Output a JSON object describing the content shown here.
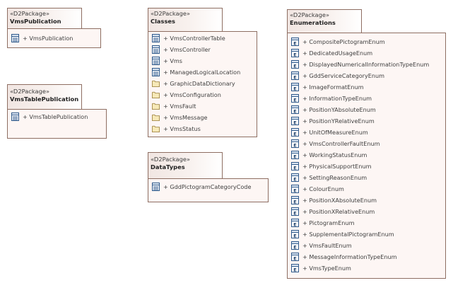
{
  "packages": {
    "vmsPublication": {
      "stereotype": "«D2Package»",
      "name": "VmsPublication",
      "items": [
        {
          "icon": "class-icon",
          "label": "+ VmsPublication"
        }
      ]
    },
    "vmsTablePublication": {
      "stereotype": "«D2Package»",
      "name": "VmsTablePublication",
      "items": [
        {
          "icon": "class-icon",
          "label": "+ VmsTablePublication"
        }
      ]
    },
    "classes": {
      "stereotype": "«D2Package»",
      "name": "Classes",
      "items": [
        {
          "icon": "class-icon",
          "label": "+ VmsControllerTable"
        },
        {
          "icon": "class-icon",
          "label": "+ VmsController"
        },
        {
          "icon": "class-icon",
          "label": "+ Vms"
        },
        {
          "icon": "class-icon",
          "label": "+ ManagedLogicalLocation"
        },
        {
          "icon": "folder-icon",
          "label": "+ GraphicDataDictionary"
        },
        {
          "icon": "folder-icon",
          "label": "+ VmsConfiguration"
        },
        {
          "icon": "folder-icon",
          "label": "+ VmsFault"
        },
        {
          "icon": "folder-icon",
          "label": "+ VmsMessage"
        },
        {
          "icon": "folder-icon",
          "label": "+ VmsStatus"
        }
      ]
    },
    "dataTypes": {
      "stereotype": "«D2Package»",
      "name": "DataTypes",
      "items": [
        {
          "icon": "class-icon",
          "label": "+ GddPictogramCategoryCode"
        }
      ]
    },
    "enumerations": {
      "stereotype": "«D2Package»",
      "name": "Enumerations",
      "items": [
        {
          "icon": "enum-icon",
          "label": "+ CompositePictogramEnum"
        },
        {
          "icon": "enum-icon",
          "label": "+ DedicatedUsageEnum"
        },
        {
          "icon": "enum-icon",
          "label": "+ DisplayedNumericalInformationTypeEnum"
        },
        {
          "icon": "enum-icon",
          "label": "+ GddServiceCategoryEnum"
        },
        {
          "icon": "enum-icon",
          "label": "+ ImageFormatEnum"
        },
        {
          "icon": "enum-icon",
          "label": "+ InformationTypeEnum"
        },
        {
          "icon": "enum-icon",
          "label": "+ PositionYAbsoluteEnum"
        },
        {
          "icon": "enum-icon",
          "label": "+ PositionYRelativeEnum"
        },
        {
          "icon": "enum-icon",
          "label": "+ UnitOfMeasureEnum"
        },
        {
          "icon": "enum-icon",
          "label": "+ VmsControllerFaultEnum"
        },
        {
          "icon": "enum-icon",
          "label": "+ WorkingStatusEnum"
        },
        {
          "icon": "enum-icon",
          "label": "+ PhysicalSupportEnum"
        },
        {
          "icon": "enum-icon",
          "label": "+ SettingReasonEnum"
        },
        {
          "icon": "enum-icon",
          "label": "+ ColourEnum"
        },
        {
          "icon": "enum-icon",
          "label": "+ PositionXAbsoluteEnum"
        },
        {
          "icon": "enum-icon",
          "label": "+ PositionXRelativeEnum"
        },
        {
          "icon": "enum-icon",
          "label": "+ PictogramEnum"
        },
        {
          "icon": "enum-icon",
          "label": "+ SupplementalPictogramEnum"
        },
        {
          "icon": "enum-icon",
          "label": "+ VmsFaultEnum"
        },
        {
          "icon": "enum-icon",
          "label": "+ MessageInformationTypeEnum"
        },
        {
          "icon": "enum-icon",
          "label": "+ VmsTypeEnum"
        }
      ]
    }
  },
  "colors": {
    "border": "#8e6e62",
    "body_fill": "#fdf6f4",
    "tab_fill": "#f1e6e2",
    "icon_blue": "#2f5a8c",
    "folder_fill": "#f7e9b8"
  }
}
